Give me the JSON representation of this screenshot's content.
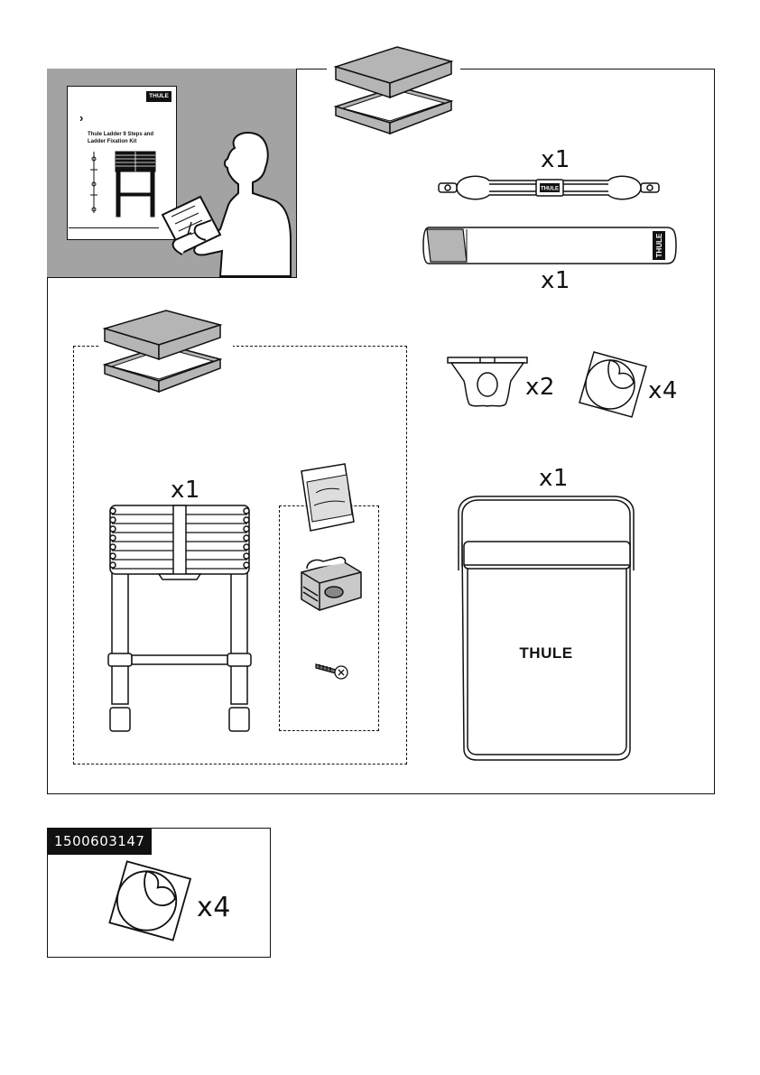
{
  "brand": {
    "name": "THULE"
  },
  "manual": {
    "chevron": "›",
    "title_line1": "Thule Ladder 9 Steps and",
    "title_line2": "Ladder Fixation Kit"
  },
  "quantities": {
    "fixation_bar": "x1",
    "strap": "x1",
    "bracket": "x2",
    "adhesive_pad": "x4",
    "ladder": "x1",
    "bag": "x1"
  },
  "accessory": {
    "part_number": "1500603147",
    "quantity": "x4"
  },
  "colors": {
    "panel_gray": "#a3a3a3",
    "box_gray": "#b5b5b5",
    "ink": "#111111"
  }
}
